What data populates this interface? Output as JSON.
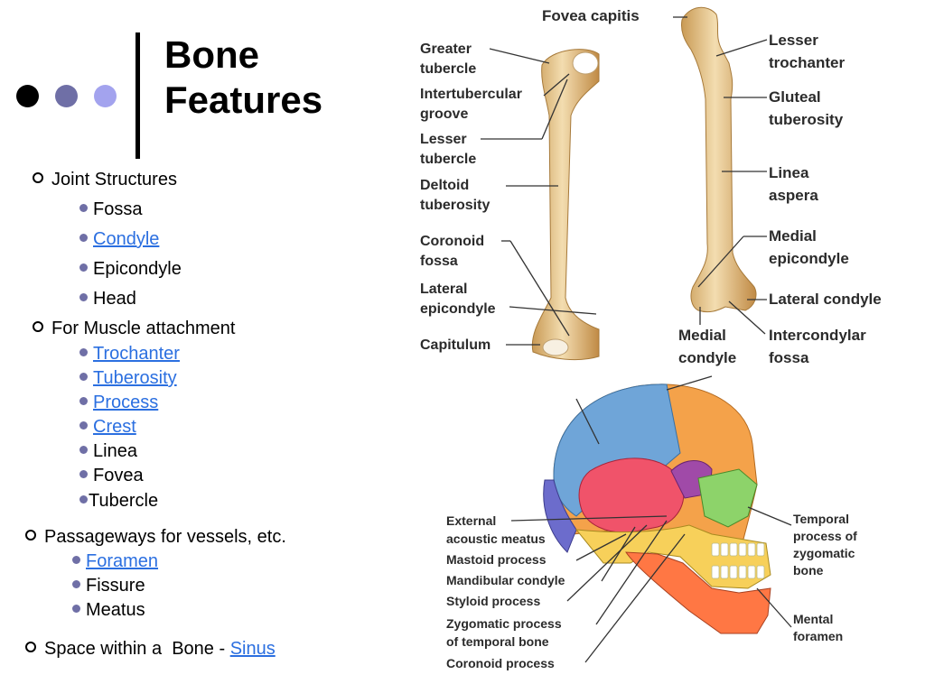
{
  "slide": {
    "title_line1": "Bone",
    "title_line2": "Features",
    "colors": {
      "dot1": "#000000",
      "dot2": "#6f6fa6",
      "dot3": "#a3a3ee",
      "link": "#2b6fe0",
      "bullet": "#6f6fa6"
    }
  },
  "bullets": {
    "joint": {
      "label": "Joint Structures",
      "items": [
        "Fossa",
        "Condyle",
        "Epicondyle",
        "Head"
      ]
    },
    "muscle": {
      "label": "For Muscle attachment",
      "items": [
        "Trochanter",
        "Tuberosity",
        "Process",
        "Crest",
        "Linea",
        "Fovea",
        "Tubercle"
      ]
    },
    "passage": {
      "label": "Passageways for vessels, etc.",
      "items": [
        "Foramen",
        "Fissure",
        "Meatus"
      ]
    },
    "space": {
      "label": "Space within a  Bone - ",
      "link": "Sinus"
    }
  },
  "humerus_labels": {
    "greater_tubercle_1": "Greater",
    "greater_tubercle_2": "tubercle",
    "intertubercular_1": "Intertubercular",
    "intertubercular_2": "groove",
    "lesser_tubercle_1": "Lesser",
    "lesser_tubercle_2": "tubercle",
    "deltoid_1": "Deltoid",
    "deltoid_2": "tuberosity",
    "coronoid_1": "Coronoid",
    "coronoid_2": "fossa",
    "lateral_epi_1": "Lateral",
    "lateral_epi_2": "epicondyle",
    "capitulum": "Capitulum"
  },
  "femur_labels": {
    "fovea": "Fovea capitis",
    "lesser_troch_1": "Lesser",
    "lesser_troch_2": "trochanter",
    "gluteal_1": "Gluteal",
    "gluteal_2": "tuberosity",
    "linea_1": "Linea",
    "linea_2": "aspera",
    "medial_epi_1": "Medial",
    "medial_epi_2": "epicondyle",
    "lateral_condyle": "Lateral condyle",
    "medial_condyle_1": "Medial",
    "medial_condyle_2": "condyle",
    "intercondylar_1": "Intercondylar",
    "intercondylar_2": "fossa"
  },
  "skull_labels": {
    "ext_acoustic_1": "External",
    "ext_acoustic_2": "acoustic meatus",
    "mastoid": "Mastoid process",
    "mandibular_condyle": "Mandibular condyle",
    "styloid": "Styloid process",
    "zygomatic_temporal_1": "Zygomatic process",
    "zygomatic_temporal_2": "of temporal bone",
    "coronoid_process": "Coronoid process",
    "temporal_zygomatic_1": "Temporal",
    "temporal_zygomatic_2": "process of",
    "temporal_zygomatic_3": "zygomatic",
    "temporal_zygomatic_4": "bone",
    "mental_1": "Mental",
    "mental_2": "foramen"
  }
}
